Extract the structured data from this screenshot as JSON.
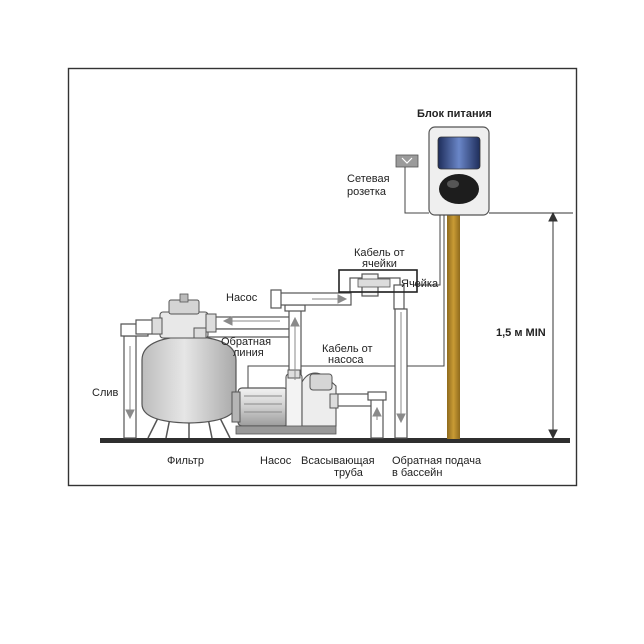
{
  "labels": {
    "power_block": "Блок питания",
    "socket_line1": "Сетевая",
    "socket_line2": "розетка",
    "cell_cable_line1": "Кабель от",
    "cell_cable_line2": "ячейки",
    "cell": "Ячейка",
    "pump_top": "Насос",
    "return_line1": "Обратная",
    "return_line2": "линия",
    "pump_cable_line1": "Кабель от",
    "pump_cable_line2": "насоса",
    "drain": "Слив",
    "height": "1,5 м MIN",
    "filter": "Фильтр",
    "pump_bottom": "Насос",
    "suction_line1": "Всасывающая",
    "suction_line2": "труба",
    "return_feed_line1": "Обратная подача",
    "return_feed_line2": "в бассейн"
  },
  "colors": {
    "frame": "#333333",
    "pipe_fill": "#ffffff",
    "pipe_stroke": "#555555",
    "ground": "#2f2f2f",
    "post": "#b58a2a",
    "flow_arrow": "#8a8a8a",
    "tank": "#d8d8d8",
    "screen": "#2a3e78"
  }
}
